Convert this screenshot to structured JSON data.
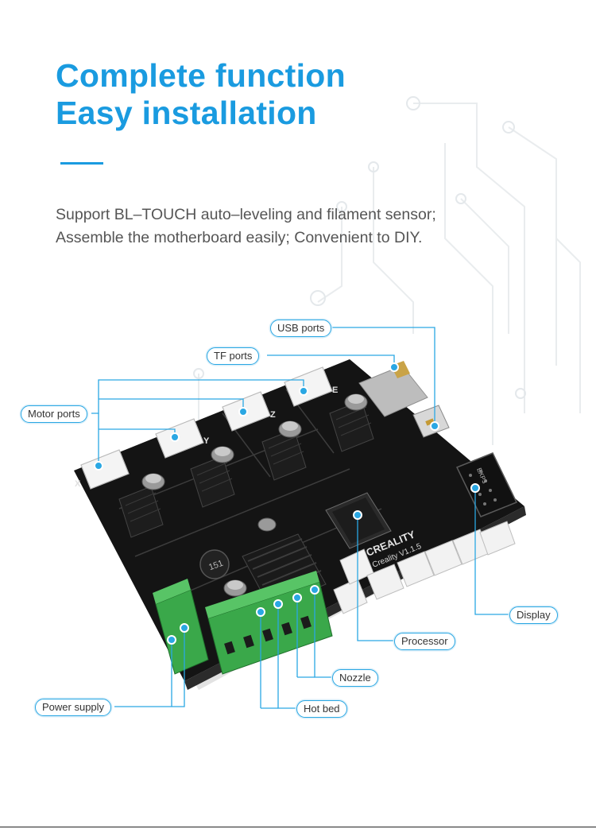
{
  "headline": {
    "line1": "Complete function",
    "line2": "Easy installation"
  },
  "description": {
    "line1": "Support BL–TOUCH auto–leveling and filament sensor;",
    "line2": "Assemble the motherboard easily; Convenient to DIY."
  },
  "callouts": {
    "usb_ports": "USB ports",
    "tf_ports": "TF ports",
    "motor_ports": "Motor ports",
    "display": "Display",
    "processor": "Processor",
    "nozzle": "Nozzle",
    "power_supply": "Power supply",
    "hot_bed": "Hot bed"
  },
  "board": {
    "brand": "CREALITY",
    "model": "Creality V1.1.5",
    "axis_x": "X",
    "axis_y": "Y",
    "axis_z": "Z",
    "axis_e": "E",
    "inductor": "151",
    "exp_label": "EXP3"
  },
  "colors": {
    "accent": "#1a9be0",
    "callout_border": "#2aa7e3",
    "board": "#141414",
    "terminal": "#3aa84a",
    "connector": "#f4f4f4"
  }
}
